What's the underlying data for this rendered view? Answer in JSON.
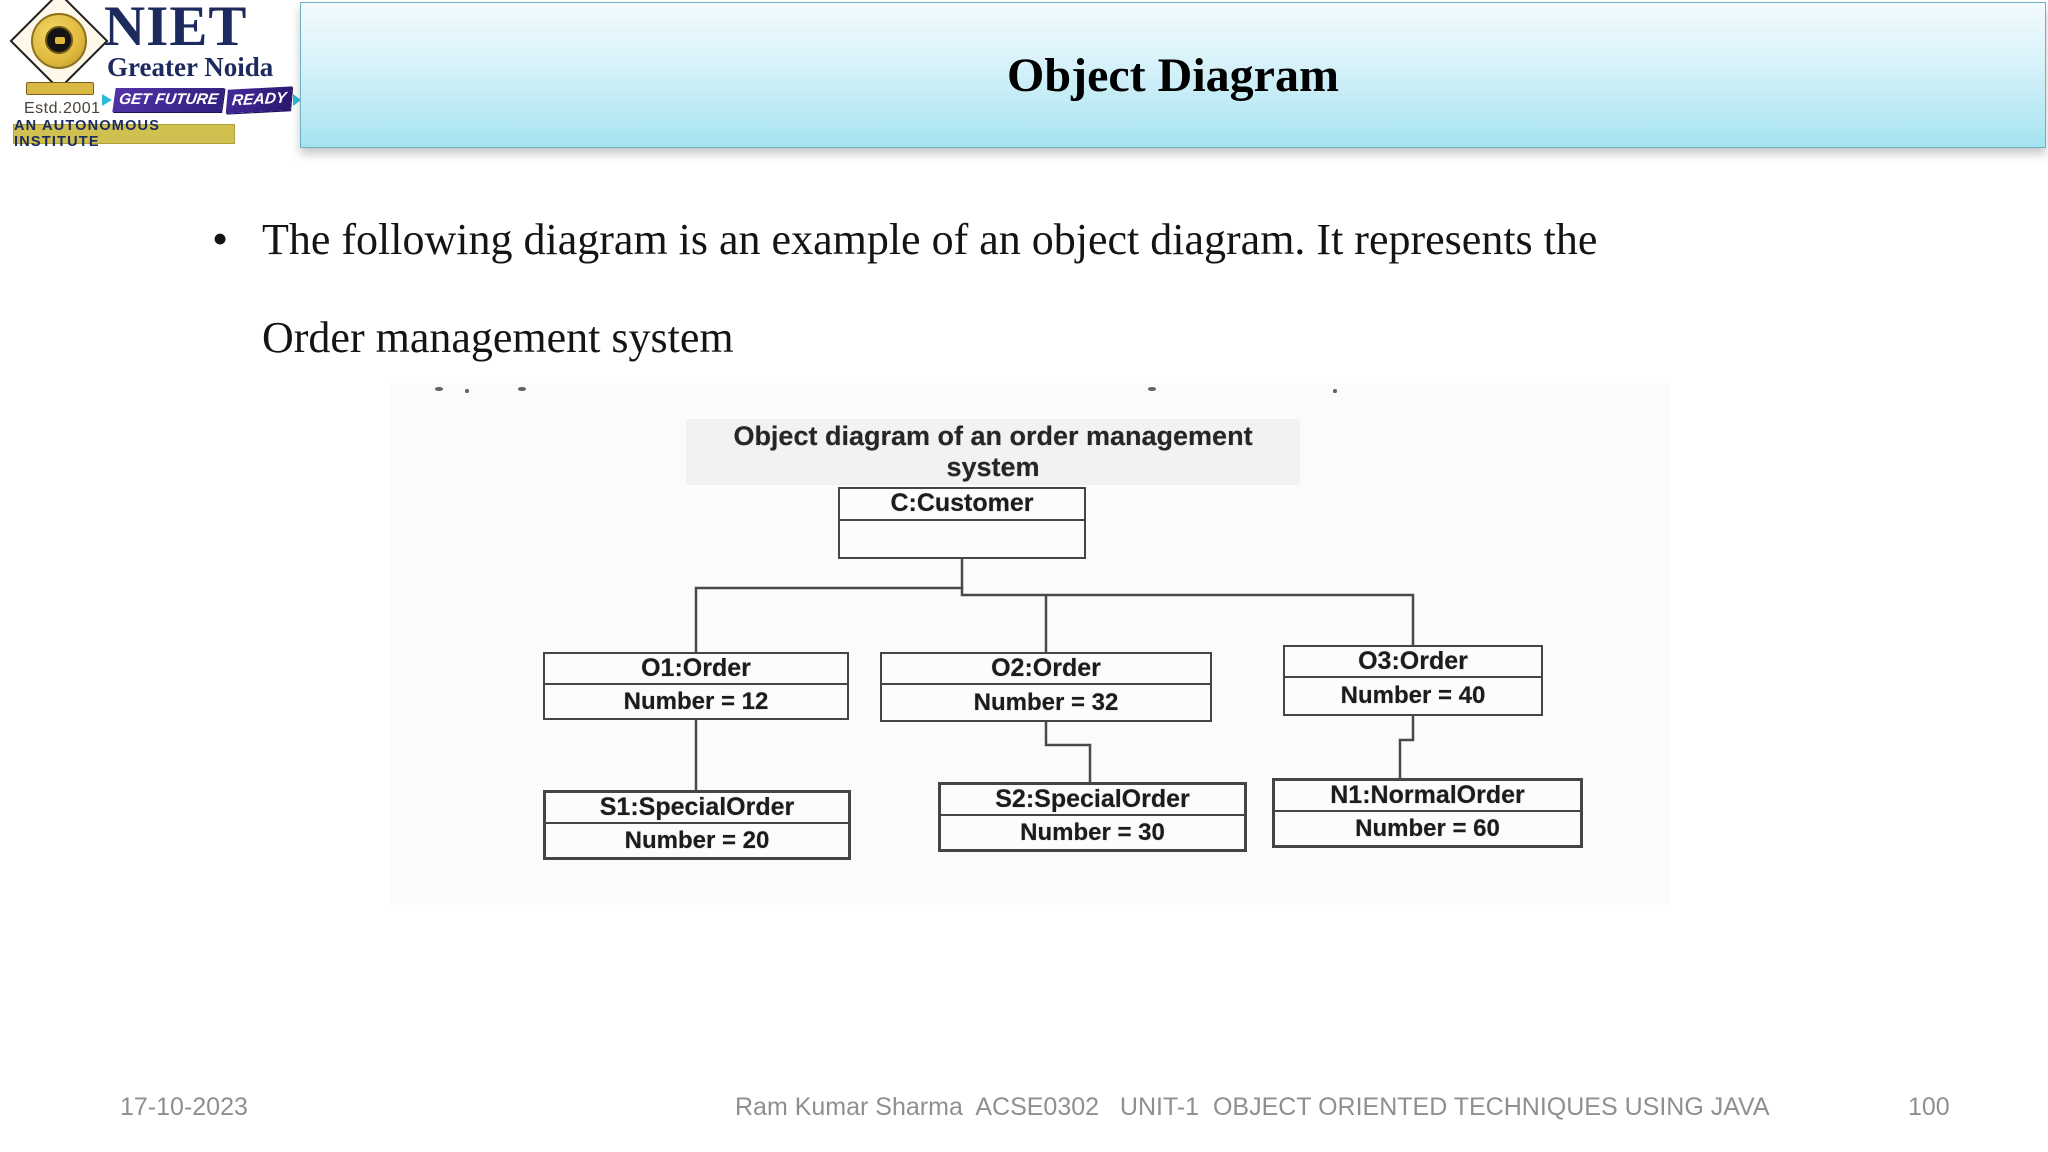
{
  "logo": {
    "acronym": "NIET",
    "city": "Greater Noida",
    "tagline_left": "GET FUTURE",
    "tagline_right": "READY",
    "estd": "Estd.2001",
    "bottom_bar": "AN AUTONOMOUS INSTITUTE",
    "colors": {
      "navy": "#1c2a5e",
      "gold": "#cfc050",
      "purple": "#4b2da0",
      "cyan": "#2cb9d6"
    }
  },
  "header": {
    "title": "Object Diagram",
    "bg_top": "#f2fbfe",
    "bg_bottom": "#a4e2f0",
    "border": "#6fb0c2"
  },
  "content": {
    "bullet_marker": "•",
    "bullet_line1": "The following diagram is an example of an object diagram. It represents the",
    "bullet_line2": "Order management system"
  },
  "diagram": {
    "caption": "Object diagram of an order management system",
    "nodes": [
      {
        "id": "C",
        "title": "C:Customer",
        "value": ""
      },
      {
        "id": "O1",
        "title": "O1:Order",
        "value": "Number = 12"
      },
      {
        "id": "O2",
        "title": "O2:Order",
        "value": "Number = 32"
      },
      {
        "id": "O3",
        "title": "O3:Order",
        "value": "Number = 40"
      },
      {
        "id": "S1",
        "title": "S1:SpecialOrder",
        "value": "Number = 20"
      },
      {
        "id": "S2",
        "title": "S2:SpecialOrder",
        "value": "Number = 30"
      },
      {
        "id": "N1",
        "title": "N1:NormalOrder",
        "value": "Number = 60"
      }
    ],
    "edges": [
      "C-O1",
      "C-O2",
      "C-O3",
      "O1-S1",
      "O2-S2",
      "O3-N1"
    ],
    "stroke_color": "#4a4a4a"
  },
  "footer": {
    "date": "17-10-2023",
    "credit": "Ram Kumar Sharma  ACSE0302   UNIT-1  OBJECT ORIENTED TECHNIQUES USING JAVA",
    "page": "100"
  }
}
